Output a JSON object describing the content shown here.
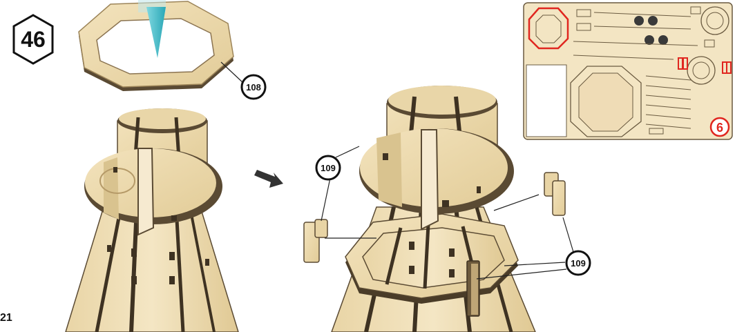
{
  "step": {
    "number": "46"
  },
  "callouts": {
    "ring": "108",
    "left_slot": "109",
    "right_parts": "109"
  },
  "sheet": {
    "number": "6"
  },
  "page": {
    "number": "21"
  },
  "colors": {
    "wood": "#ecd9ad",
    "wood_dark": "#5a4a33",
    "wood_mid": "#d8c08e",
    "accent_cyan": "#4fc3cf",
    "sheet_red": "#e0261f",
    "sheet_bg": "#f3e5c3"
  }
}
